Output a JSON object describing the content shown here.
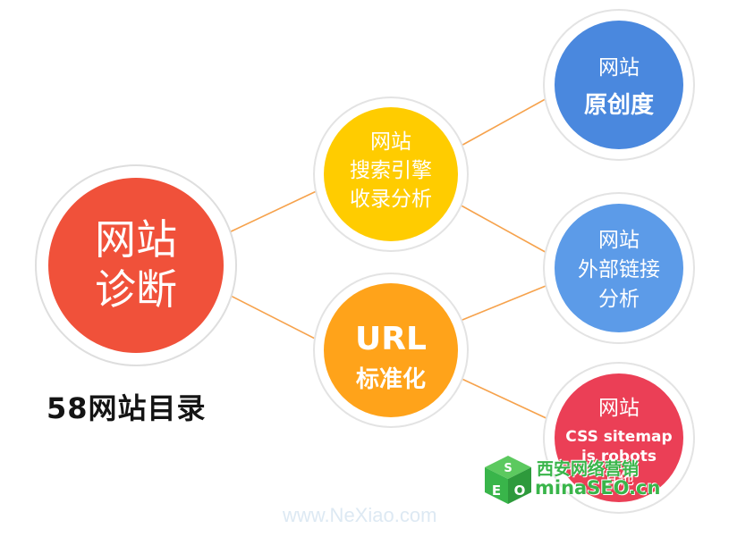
{
  "nodes": {
    "main": {
      "line1": "网站",
      "line2": "诊断",
      "color": "#f0513a"
    },
    "search": {
      "line1": "网站",
      "line2": "搜索引擎",
      "line3": "收录分析",
      "color": "#ffcc00"
    },
    "url": {
      "line1": "URL",
      "line2": "标准化",
      "color": "#ffa31a"
    },
    "original": {
      "line1": "网站",
      "line2": "原创度",
      "color": "#4a88de"
    },
    "links": {
      "line1": "网站",
      "line2": "外部链接",
      "line3": "分析",
      "color": "#5c9be8"
    },
    "sitemap": {
      "line1": "网站",
      "line2": "CSS sitemap",
      "line3": "is robots",
      "line4": "其他",
      "color": "#eb3f56"
    }
  },
  "caption": "58网站目录",
  "watermark": "www.NeXiao.com",
  "logo": {
    "line1": "西安网络营销",
    "line2": "minaSEO.cn",
    "cube_letters": [
      "S",
      "E",
      "O"
    ],
    "color": "#39b54a"
  }
}
